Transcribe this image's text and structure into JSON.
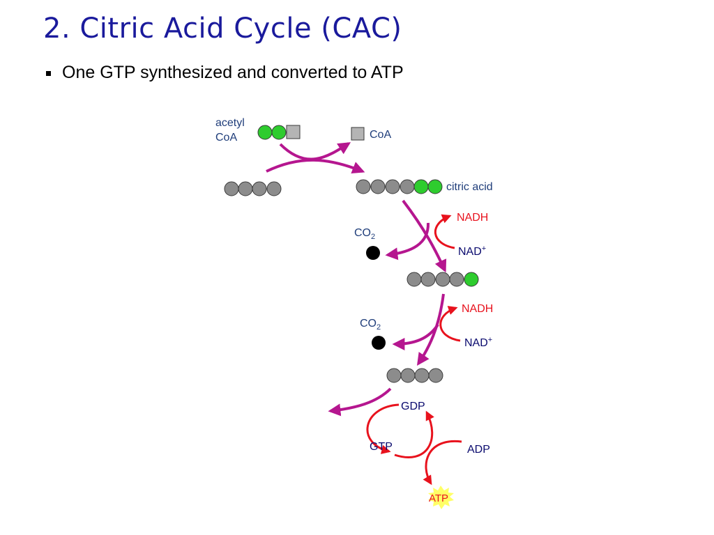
{
  "title": "2. Citric Acid Cycle (CAC)",
  "bullet": "One GTP synthesized and converted to ATP",
  "diagram": {
    "acetyl_line1": "acetyl",
    "acetyl_line2": "CoA",
    "coa": "CoA",
    "citric_acid": "citric acid",
    "co2_1": "CO",
    "co2_1_sub": "2",
    "co2_2": "CO",
    "co2_2_sub": "2",
    "nadh_1": "NADH",
    "nad_1": "NAD",
    "nad_1_sup": "+",
    "nadh_2": "NADH",
    "nad_2": "NAD",
    "nad_2_sup": "+",
    "gdp": "GDP",
    "gtp": "GTP",
    "adp": "ADP",
    "atp": "ATP"
  },
  "colors": {
    "title": "#1a1a9c",
    "label_blue": "#1f3d7a",
    "label_navy": "#0a0a6e",
    "red": "#e8121d",
    "magenta": "#b5168f",
    "carbon": "#8c8c8c",
    "carbon_green": "#2ecc2e",
    "co2": "#000000",
    "coa_square": "#b4b4b4",
    "atp_star": "#ffff66"
  },
  "icons": [
    "bullet-square",
    "carbon-atom",
    "coa-square",
    "co2-molecule",
    "atp-starburst"
  ]
}
